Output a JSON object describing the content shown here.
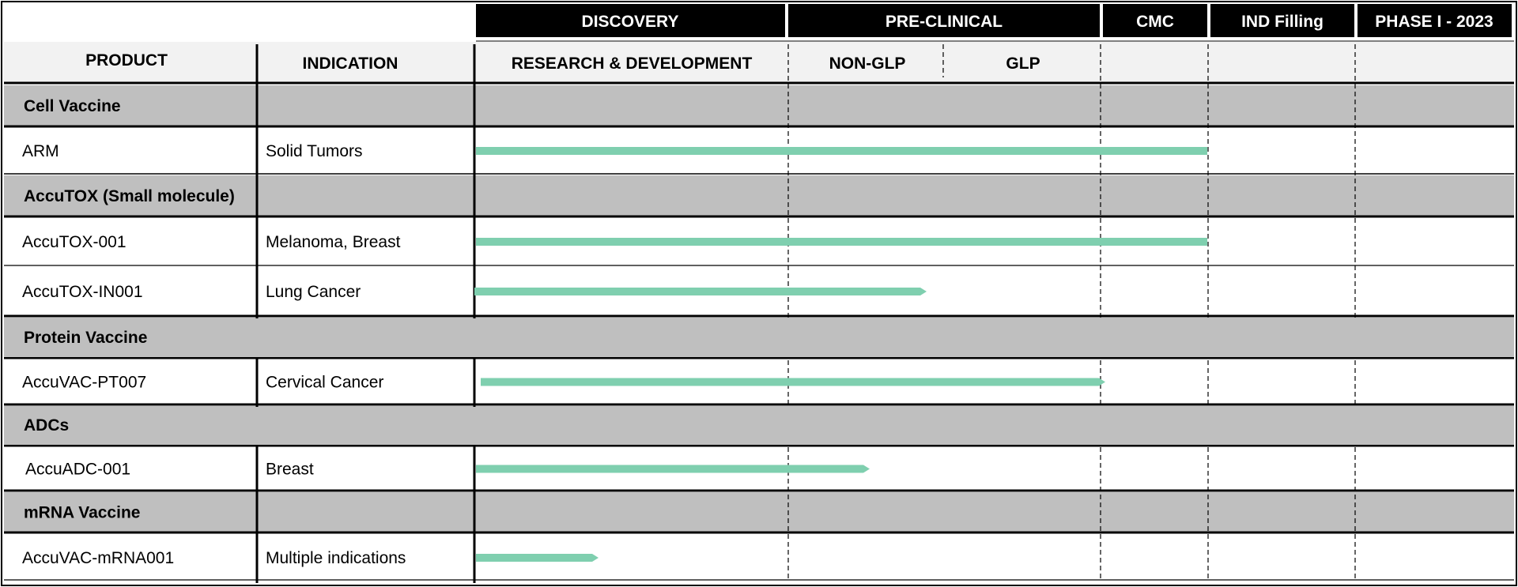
{
  "phases": [
    {
      "label": "DISCOVERY"
    },
    {
      "label": "PRE-CLINICAL"
    },
    {
      "label": "CMC"
    },
    {
      "label": "IND Filling"
    },
    {
      "label": "PHASE I - 2023"
    }
  ],
  "headers": {
    "product": "PRODUCT",
    "indication": "INDICATION",
    "research": "RESEARCH & DEVELOPMENT",
    "non_glp": "NON-GLP",
    "glp": "GLP"
  },
  "rows": [
    {
      "type": "group",
      "product": "Cell Vaccine",
      "indication": ""
    },
    {
      "type": "item",
      "product": "ARM",
      "indication": "Solid Tumors",
      "progress_end": "CMC (complete)",
      "arrow": false
    },
    {
      "type": "group",
      "product": "AccuTOX (Small molecule)",
      "indication": ""
    },
    {
      "type": "item",
      "product": "AccuTOX-001",
      "indication": "Melanoma, Breast",
      "progress_end": "CMC (complete)",
      "arrow": false
    },
    {
      "type": "item",
      "product": "AccuTOX-IN001",
      "indication": "Lung Cancer",
      "progress_end": "Non-GLP",
      "arrow": true
    },
    {
      "type": "group",
      "product": "Protein Vaccine",
      "indication": ""
    },
    {
      "type": "item",
      "product": "AccuVAC-PT007",
      "indication": "Cervical Cancer",
      "progress_end": "GLP (complete)",
      "arrow": true
    },
    {
      "type": "group",
      "product": "ADCs",
      "indication": ""
    },
    {
      "type": "item",
      "product": "AccuADC-001",
      "indication": "Breast",
      "progress_end": "Non-GLP",
      "arrow": true
    },
    {
      "type": "group",
      "product": "mRNA Vaccine",
      "indication": ""
    },
    {
      "type": "item",
      "product": "AccuVAC-mRNA001",
      "indication": "Multiple indications",
      "progress_end": "Research & Development",
      "arrow": true
    }
  ],
  "colors": {
    "phase_bg": "#000000",
    "subheader_bg": "#f2f2f2",
    "group_bg": "#bfbfbf",
    "bar": "#7fcfaf"
  }
}
